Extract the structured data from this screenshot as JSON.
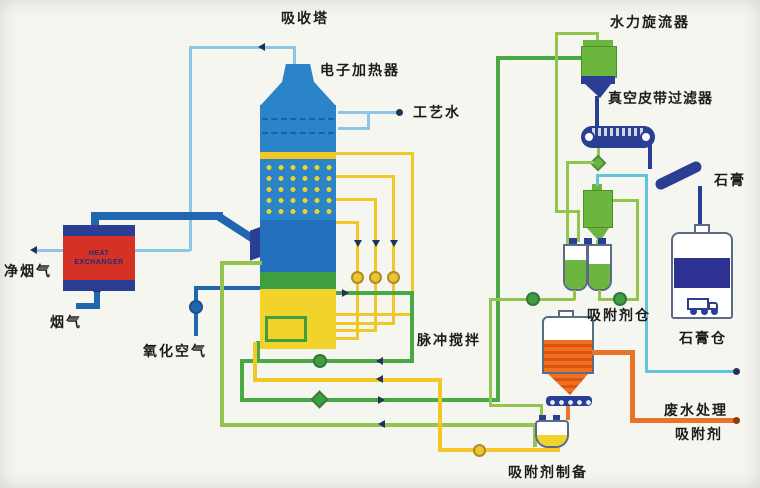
{
  "labels": {
    "absorber": "吸收塔",
    "heater": "电子加热器",
    "process_water": "工艺水",
    "hydrocyclone": "水力旋流器",
    "vacuum_belt_filter": "真空皮带过滤器",
    "gypsum": "石膏",
    "clean_flue_gas": "净烟气",
    "flue_gas": "烟气",
    "oxidation_air": "氧化空气",
    "pulse_agitation": "脉冲搅拌",
    "adsorbent_silo": "吸附剂仓",
    "gypsum_silo": "石膏仓",
    "wastewater_treatment": "废水处理",
    "adsorbent": "吸附剂",
    "adsorbent_preparation": "吸附剂制备",
    "heat_exchanger_line1": "HEAT",
    "heat_exchanger_line2": "EXCHANGER"
  },
  "colors": {
    "background": "#f6f6f1",
    "tower_blue": "#2b84c8",
    "tower_green_band": "#3f9e3f",
    "tower_sump_yellow": "#f2d32b",
    "clean_gas_pipe": "#8cc8e6",
    "flue_gas_pipe": "#2066b0",
    "slurry_pipe_yellow": "#f2c829",
    "process_green_pipe": "#49a843",
    "light_green_pipe": "#93c44e",
    "wastewater_cyan": "#62c4da",
    "adsorbent_orange": "#e87429",
    "gypsum_navy": "#2a3f94",
    "heat_exchanger_red": "#d53125"
  }
}
